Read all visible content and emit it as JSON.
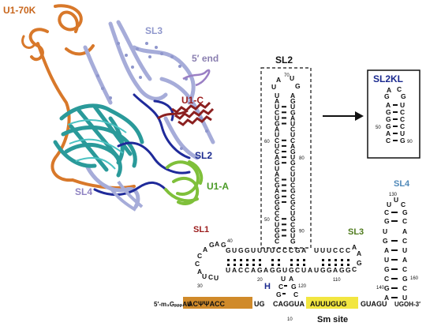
{
  "structure_labels": {
    "u1_70k": {
      "text": "U1-70K",
      "color": "#c8661c"
    },
    "sl3_top": {
      "text": "SL3",
      "color": "#8f97cc"
    },
    "five_prime_end": {
      "text": "5′ end",
      "color": "#8a7fb0"
    },
    "u1_c": {
      "text": "U1-C",
      "color": "#9b1c1c"
    },
    "sl2_blue": {
      "text": "SL2",
      "color": "#1b2a8f"
    },
    "sl4_left": {
      "text": "SL4",
      "color": "#8f83c2"
    },
    "u1_a": {
      "text": "U1-A",
      "color": "#4a9a26"
    }
  },
  "secondary_labels": {
    "sl2_box": {
      "text": "SL2",
      "color": "#111111"
    },
    "sl2kl": {
      "text": "SL2KL",
      "color": "#1b2a8f"
    },
    "sl1": {
      "text": "SL1",
      "color": "#9b1c1c"
    },
    "sl3": {
      "text": "SL3",
      "color": "#4e7a1c"
    },
    "sl4": {
      "text": "SL4",
      "color": "#4f88b8"
    },
    "h": {
      "text": "H",
      "color": "#1b2a8f"
    },
    "sm_site": {
      "text": "Sm site",
      "color": "#111111"
    }
  },
  "sequence_line": {
    "five_prime": "5′-m₃GₚₚₚAU",
    "orange_segment": "ACΨΨACC",
    "after_orange": "UG",
    "mid": "CAGGUA",
    "yellow_segment": "AUUUGUG",
    "after_yellow": "GUAGU",
    "three_prime": "UGOH-3′",
    "orange_color": "#d08a2a",
    "yellow_color": "#f2e640"
  },
  "sl2kl_hairpin": {
    "loop": [
      "A",
      "C",
      "G",
      "G"
    ],
    "left": [
      "A",
      "G",
      "G",
      "G",
      "A",
      "C"
    ],
    "right": [
      "U",
      "C",
      "C",
      "C",
      "U",
      "G"
    ],
    "number": "50",
    "number2": "90"
  },
  "sl2_hairpin": {
    "loop_top": "70",
    "left": [
      "U",
      "A",
      "U",
      "C",
      "U",
      "G",
      "A",
      "U",
      "C",
      "U",
      "C",
      "A",
      "G",
      "U",
      "A",
      "C",
      "G",
      "A",
      "G",
      "G",
      "G",
      "C",
      "C",
      "U",
      "G",
      "G",
      "C"
    ],
    "right": [
      "A",
      "G",
      "U",
      "G",
      "A",
      "U",
      "C",
      "U",
      "C",
      "A",
      "G",
      "U",
      "G",
      "C",
      "U",
      "U",
      "C",
      "G",
      "C",
      "G",
      "C",
      "U",
      "G",
      "C",
      "G",
      "U",
      "G"
    ],
    "n60": "60",
    "n80": "80",
    "n50": "50",
    "n90": "90"
  },
  "positions": {
    "n40": "40",
    "n30": "30",
    "n20": "20",
    "n10": "10",
    "n110": "110",
    "n120": "120",
    "n130": "130",
    "n140": "140",
    "n160": "160"
  }
}
